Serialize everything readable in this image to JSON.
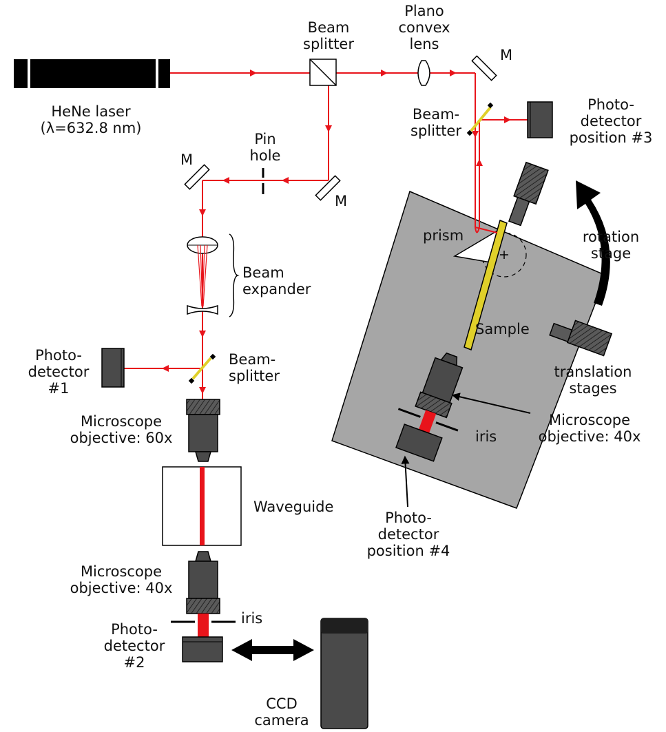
{
  "labels": {
    "laser": "HeNe laser\n(λ=632.8 nm)",
    "beam_splitter_top": "Beam\nsplitter",
    "plano_convex": "Plano\nconvex\nlens",
    "mirror_top_right": "M",
    "beam_splitter_right": "Beam-\nsplitter",
    "photodetector_3": "Photo-\ndetector\nposition #3",
    "pinhole": "Pin\nhole",
    "mirror_left": "M",
    "mirror_mid": "M",
    "beam_expander": "Beam\nexpander",
    "prism": "prism",
    "rotation_stage": "rotation\nstage",
    "sample": "Sample",
    "translation_stages": "translation\nstages",
    "photodetector_1": "Photo-\ndetector\n#1",
    "beam_splitter_left": "Beam-\nsplitter",
    "objective_60x": "Microscope\nobjective: 60x",
    "objective_40x_right": "Microscope\nobjective: 40x",
    "iris_right": "iris",
    "waveguide": "Waveguide",
    "photodetector_4": "Photo-\ndetector\nposition #4",
    "objective_40x_left": "Microscope\nobjective: 40x",
    "iris_left": "iris",
    "photodetector_2": "Photo-\ndetector\n#2",
    "ccd_camera": "CCD\ncamera"
  },
  "colors": {
    "beam": "#e8141b",
    "device_gray": "#4a4a4a",
    "stage_gray": "#a6a6a6",
    "sample_yellow": "#e0d02a"
  }
}
